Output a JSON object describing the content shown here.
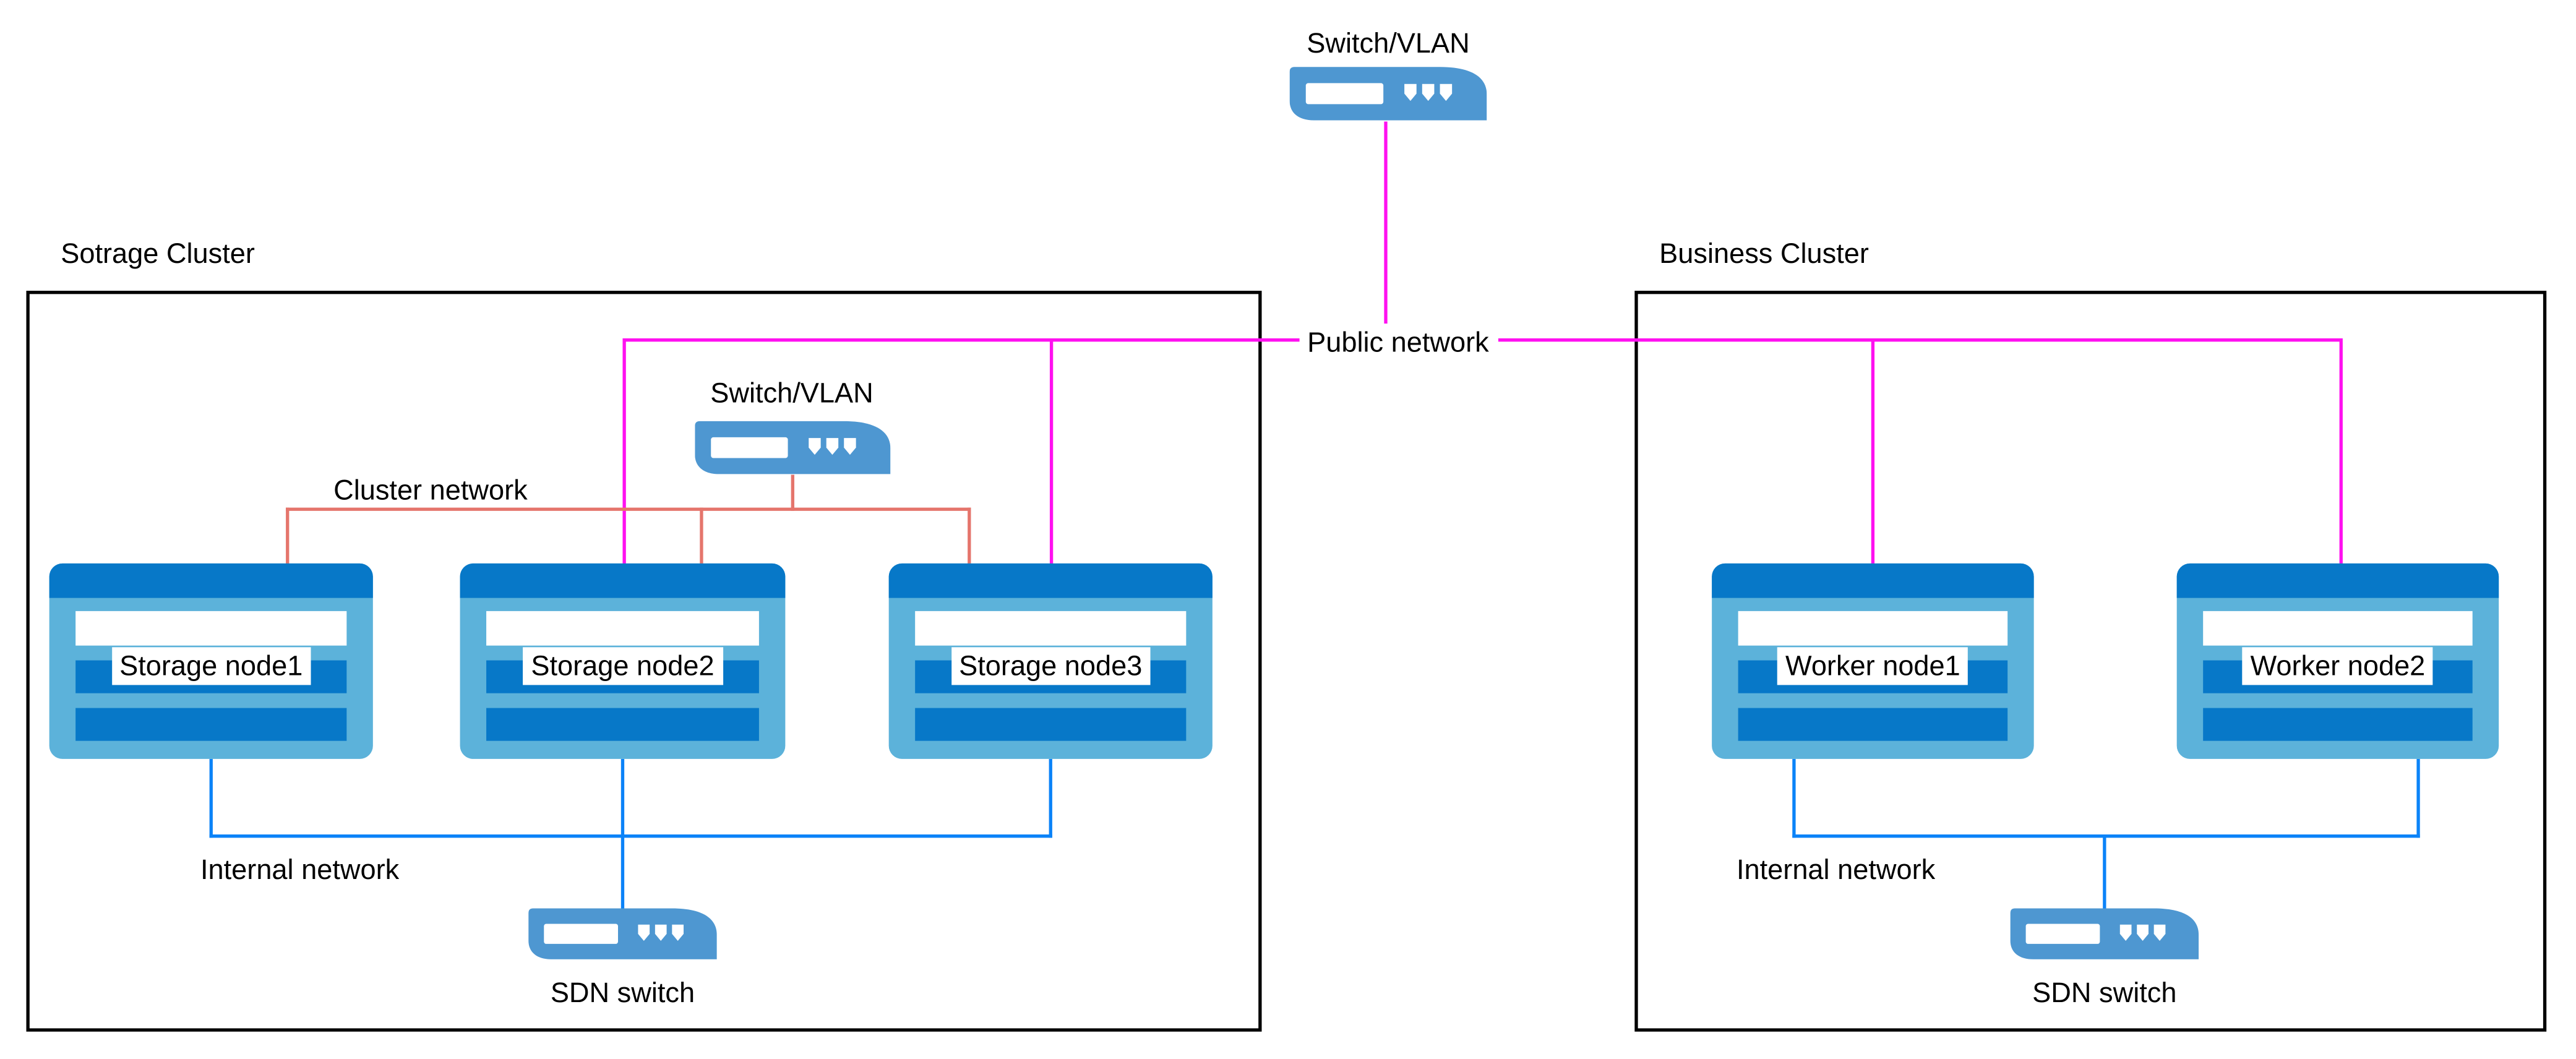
{
  "colors": {
    "public_network": "#FF10F0",
    "cluster_network": "#E5756C",
    "internal_network": "#0B83F8",
    "node_header": "#0778C8",
    "node_body": "#5CB2DA",
    "switch_icon": "#4E97D1",
    "icon_detail": "#FFFFFF"
  },
  "top_switch": {
    "label": "Switch/VLAN"
  },
  "public_network": {
    "label": "Public network"
  },
  "storage_cluster": {
    "title": "Sotrage Cluster",
    "switch": {
      "label": "Switch/VLAN"
    },
    "cluster_network": {
      "label": "Cluster network"
    },
    "internal_network": {
      "label": "Internal network"
    },
    "sdn_switch": {
      "label": "SDN switch"
    },
    "nodes": [
      {
        "label": "Storage node1"
      },
      {
        "label": "Storage node2"
      },
      {
        "label": "Storage node3"
      }
    ]
  },
  "business_cluster": {
    "title": "Business Cluster",
    "internal_network": {
      "label": "Internal network"
    },
    "sdn_switch": {
      "label": "SDN switch"
    },
    "nodes": [
      {
        "label": "Worker node1"
      },
      {
        "label": "Worker node2"
      }
    ]
  }
}
